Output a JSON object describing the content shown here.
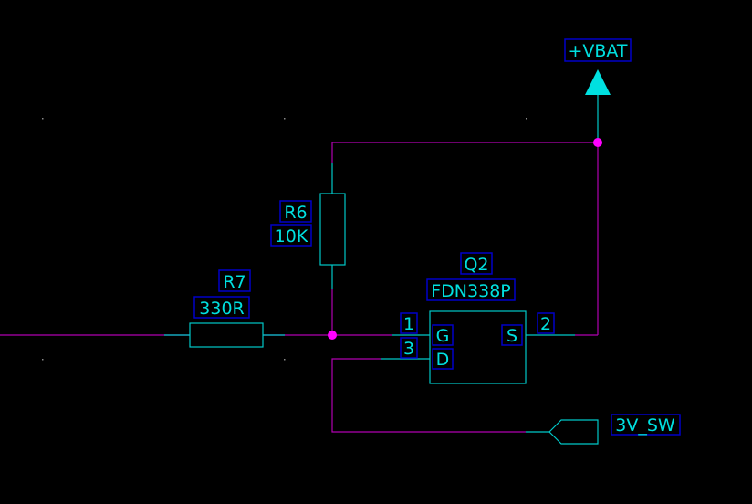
{
  "components": {
    "r6": {
      "ref": "R6",
      "value": "10K"
    },
    "r7": {
      "ref": "R7",
      "value": "330R"
    },
    "q2": {
      "ref": "Q2",
      "value": "FDN338P",
      "pin_gate_num": "1",
      "pin_drain_num": "3",
      "pin_source_num": "2",
      "pin_gate_name": "G",
      "pin_drain_name": "D",
      "pin_source_name": "S"
    }
  },
  "nets": {
    "power": "+VBAT",
    "output": "3V_SW"
  },
  "colors": {
    "background": "#000000",
    "wire": "#b000b0",
    "component": "#00c8c8",
    "junction": "#ff00ff",
    "label_text": "#00e0e0",
    "label_box": "#0000c8"
  }
}
